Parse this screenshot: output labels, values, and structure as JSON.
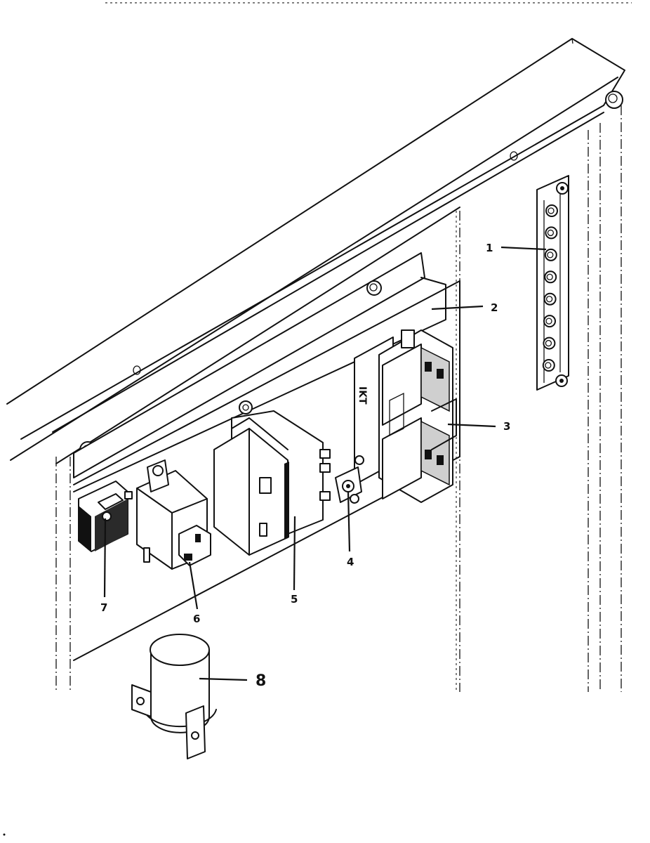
{
  "diagram": {
    "callouts": [
      {
        "id": "1",
        "label": "1"
      },
      {
        "id": "2",
        "label": "2"
      },
      {
        "id": "3",
        "label": "3"
      },
      {
        "id": "4",
        "label": "4"
      },
      {
        "id": "5",
        "label": "5"
      },
      {
        "id": "6",
        "label": "6"
      },
      {
        "id": "7",
        "label": "7"
      },
      {
        "id": "8",
        "label": "8"
      }
    ],
    "relay_marking": "IKT",
    "terminal_strip_screws": 8
  }
}
